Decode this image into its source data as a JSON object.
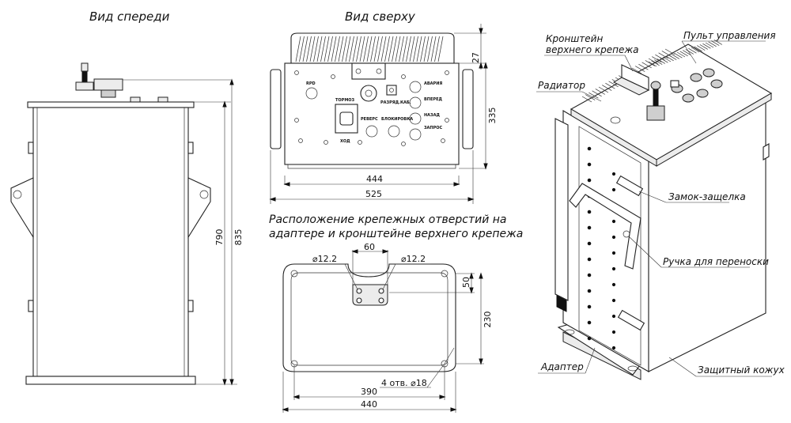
{
  "views": {
    "front": "Вид спереди",
    "top": "Вид сверху",
    "holes": "Расположение крепежных отверстий на адаптере и кронштейне верхнего крепежа",
    "holes_line1": "Расположение крепежных отверстий на",
    "holes_line2": "адаптере и кронштейне верхнего крепежа"
  },
  "dims": {
    "front_height_inner": "790",
    "front_height_outer": "835",
    "top_27": "27",
    "top_335": "335",
    "top_444": "444",
    "top_525": "525",
    "holes_60": "60",
    "holes_d1": "⌀12.2",
    "holes_d2": "⌀12.2",
    "holes_50": "50",
    "holes_230": "230",
    "holes_4holes": "4 отв. ⌀18",
    "holes_390": "390",
    "holes_440": "440"
  },
  "panel_labels": {
    "rpd": "RPD",
    "tormoz": "ТОРМОЗ",
    "razryadka": "РАЗРЯД.КАБ.",
    "avariya": "АВАРИЯ",
    "vpered": "ВПЕРЕД",
    "nazad": "НАЗАД",
    "zapros": "ЗАПРОС",
    "revers": "РЕВЕРС",
    "blokirovka": "БЛОКИРОВКА",
    "hod": "ХОД"
  },
  "callouts": {
    "bracket_l1": "Кронштейн",
    "bracket_l2": "верхнего крепежа",
    "control_panel": "Пульт управления",
    "radiator": "Радиатор",
    "latch": "Замок-защелка",
    "handle": "Ручка для переноски",
    "adapter": "Адаптер",
    "cover": "Защитный кожух"
  }
}
